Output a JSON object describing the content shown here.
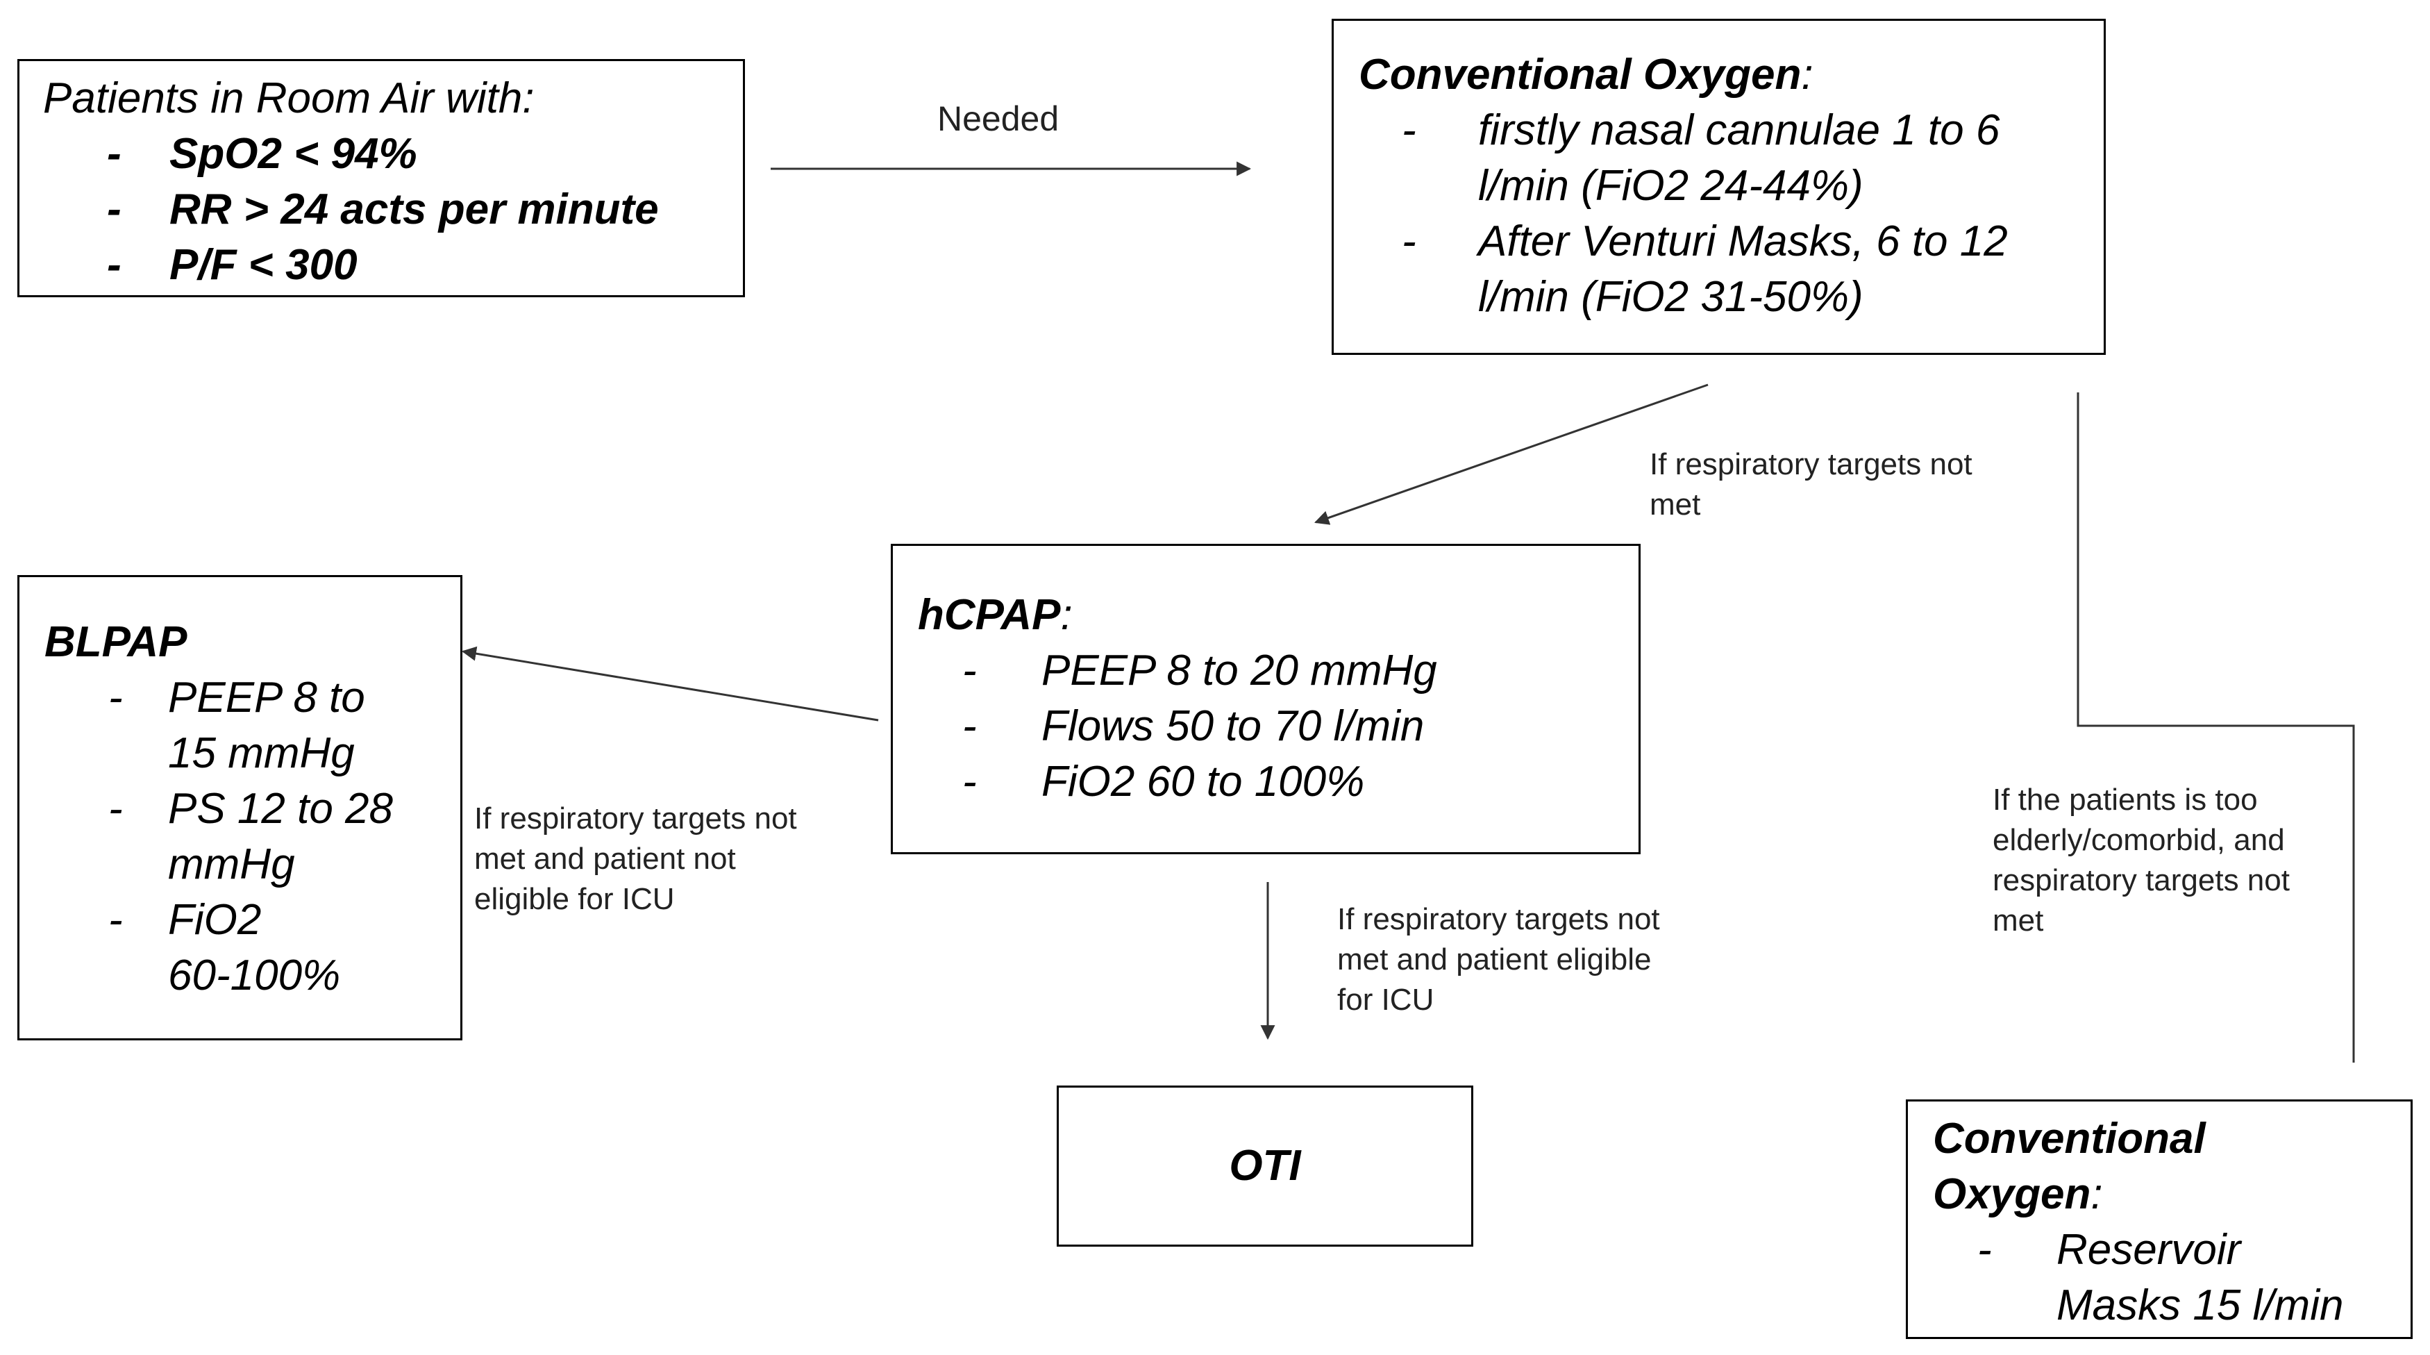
{
  "nodes": {
    "room_air": {
      "title": "Patients in Room Air with:",
      "items": [
        "SpO2 < 94%",
        "RR > 24 acts per minute",
        "P/F < 300"
      ]
    },
    "conv_oxygen_1": {
      "title": "Conventional Oxygen",
      "items": [
        [
          "firstly nasal cannulae 1 to 6",
          "l/min (FiO2 24-44%)"
        ],
        [
          "After Venturi Masks, 6 to 12",
          "l/min (FiO2 31-50%)"
        ]
      ]
    },
    "hcpap": {
      "title": "hCPAP",
      "items": [
        "PEEP 8 to 20 mmHg",
        "Flows 50 to 70 l/min",
        "FiO2 60 to 100%"
      ]
    },
    "blpap": {
      "title": "BLPAP",
      "items": [
        [
          "PEEP 8 to",
          "15 mmHg"
        ],
        [
          "PS 12 to 28",
          "mmHg"
        ],
        [
          "FiO2",
          "60-100%"
        ]
      ]
    },
    "oti": {
      "title": "OTI"
    },
    "conv_oxygen_2": {
      "title_lines": [
        "Conventional",
        "Oxygen"
      ],
      "items": [
        [
          "Reservoir",
          "Masks 15 l/min"
        ]
      ]
    }
  },
  "edges": {
    "needed": "Needed",
    "to_hcpap": [
      "If respiratory targets not",
      "met"
    ],
    "to_blpap": [
      "If respiratory targets not",
      "met and patient not",
      "eligible for ICU"
    ],
    "to_oti": [
      "If respiratory targets not",
      "met and patient eligible",
      "for ICU"
    ],
    "to_reservoir": [
      "If the patients is too",
      "elderly/comorbid, and",
      "respiratory targets not",
      "met"
    ]
  },
  "colors": {
    "border": "#000000",
    "line": "#333333",
    "background": "#ffffff"
  }
}
